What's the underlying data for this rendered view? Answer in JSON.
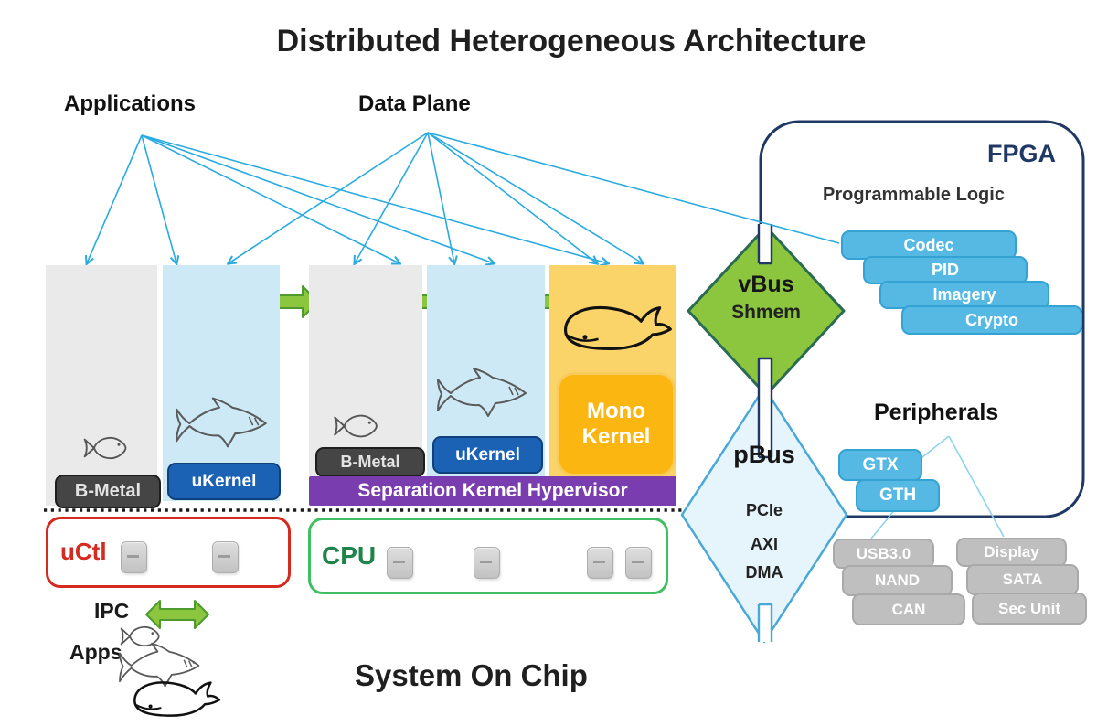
{
  "title": "Distributed Heterogeneous Architecture",
  "header_labels": {
    "applications": "Applications",
    "data_plane": "Data Plane"
  },
  "soc_label": "System On Chip",
  "columns": {
    "partitions": [
      {
        "runtime": "B-Metal",
        "app": "fish"
      },
      {
        "runtime": "uKernel",
        "app": "shark"
      },
      {
        "runtime": "B-Metal",
        "app": "fish"
      },
      {
        "runtime": "uKernel",
        "app": "shark"
      },
      {
        "runtime": "Mono Kernel",
        "app": "whale"
      }
    ],
    "hypervisor": "Separation Kernel Hypervisor"
  },
  "vbus": {
    "label": "vBus",
    "sublabel": "Shmem"
  },
  "pbus": {
    "label": "pBus",
    "protocols": [
      "PCIe",
      "AXI",
      "DMA"
    ]
  },
  "fpga": {
    "label": "FPGA",
    "section": "Programmable Logic",
    "blocks": [
      "Codec",
      "PID",
      "Imagery",
      "Crypto"
    ],
    "transceivers": [
      "GTX",
      "GTH"
    ]
  },
  "peripherals": {
    "label": "Peripherals",
    "left_stack": [
      "USB3.0",
      "NAND",
      "CAN"
    ],
    "right_stack": [
      "Display",
      "SATA",
      "Sec Unit"
    ]
  },
  "processors": {
    "uctl": "uCtl",
    "cpu": "CPU"
  },
  "legend": {
    "ipc": "IPC",
    "apps": "Apps"
  },
  "colors": {
    "fan_line_blue": "#29ABE2",
    "ipc_arrow_green": "#8CC63F",
    "vbus_green": "#8CC63F",
    "pbus_fill": "#E6F4FB",
    "pbus_border": "#4AA8D8",
    "fpga_navy": "#203864",
    "logic_block_blue": "#56B9E4",
    "hypervisor_purple": "#7A3DAF",
    "mono_kernel_orange": "#FBB612",
    "column_yellow": "#FBD469",
    "column_blue": "#CDE9F6",
    "column_gray": "#EAEAEA",
    "ukernel_blue": "#1B62B5",
    "bmetal_gray": "#454545",
    "uctl_red": "#D42A20",
    "cpu_green": "#1E8449",
    "peripheral_gray": "#BFBFBF"
  }
}
